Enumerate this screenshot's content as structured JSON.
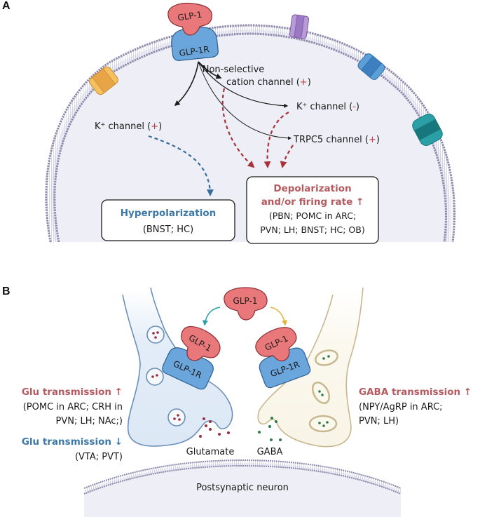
{
  "panel_a": {
    "label": "A",
    "ligand": "GLP-1",
    "receptor": "GLP-1R",
    "channels": {
      "nonselective_line1": "Non-selective",
      "nonselective_line2": "cation channel (",
      "nonselective_sign": "+",
      "k_plus_left": "K⁺ channel (",
      "k_plus_left_sign": "+",
      "k_plus_right": "K⁺ channel (",
      "k_plus_right_sign": "-",
      "trpc5": "TRPC5 channel (",
      "trpc5_sign": "+",
      "close_paren": ")"
    },
    "hyperpolarization_box": {
      "title": "Hyperpolarization",
      "regions": "(BNST; HC)"
    },
    "depolarization_box": {
      "title_line1": "Depolarization",
      "title_line2": "and/or  firing rate ↑",
      "regions_line1": "(PBN; POMC in ARC;",
      "regions_line2": "PVN; LH; BNST; HC; OB)"
    }
  },
  "panel_b": {
    "label": "B",
    "ligand_free": "GLP-1",
    "ligand_left": "GLP-1",
    "receptor_left": "GLP-1R",
    "ligand_right": "GLP-1",
    "receptor_right": "GLP-1R",
    "glutamate_label": "Glutamate",
    "gaba_label": "GABA",
    "postsynaptic_label": "Postsynaptic neuron",
    "glu_up": {
      "title": "Glu transmission ↑",
      "line1": "(POMC in ARC; CRH in",
      "line2": "PVN;  LH; NAc;)"
    },
    "glu_down": {
      "title": "Glu transmission ↓",
      "line1": "(VTA; PVT)"
    },
    "gaba_up": {
      "title": "GABA transmission ↑",
      "line1": "(NPY/AgRP in ARC;",
      "line2": "PVN; LH)"
    }
  },
  "colors": {
    "cell_fill": "#eeeef6",
    "membrane": "#8e8aae",
    "ligand": "#e8787a",
    "receptor": "#6aa6dc",
    "excitatory_arrow": "#a8323a",
    "inhibitory_arrow": "#3a6e9a",
    "glutamate_dot": "#9b2d3f",
    "gaba_dot": "#2e7a4a"
  }
}
